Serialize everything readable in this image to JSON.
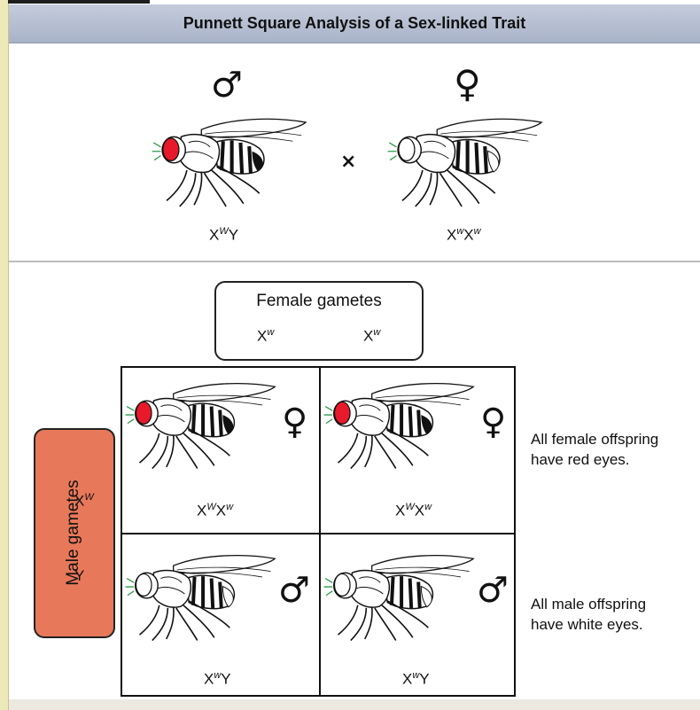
{
  "title": "Punnett Square Analysis of a Sex-linked Trait",
  "colors": {
    "red_eye": "#e8192b",
    "white_eye": "#ffffff",
    "gamete_box": "#e8785a",
    "title_bar": "#b7c0d3"
  },
  "parents": {
    "male": {
      "symbol": "♂",
      "genotype_base1": "X",
      "genotype_sup1": "W",
      "genotype_tail": "Y"
    },
    "cross": "×",
    "female": {
      "symbol": "♀",
      "genotype_base1": "X",
      "genotype_sup1": "w",
      "genotype_base2": "X",
      "genotype_sup2": "w"
    }
  },
  "female_gametes": {
    "label": "Female gametes",
    "allele1_base": "X",
    "allele1_sup": "w",
    "allele2_base": "X",
    "allele2_sup": "w"
  },
  "male_gametes": {
    "label": "Male gametes",
    "allele1_base": "X",
    "allele1_sup": "W",
    "allele2": "Y"
  },
  "offspring": [
    {
      "symbol": "♀",
      "b1": "X",
      "s1": "W",
      "b2": "X",
      "s2": "w",
      "eye": "red"
    },
    {
      "symbol": "♀",
      "b1": "X",
      "s1": "W",
      "b2": "X",
      "s2": "w",
      "eye": "red"
    },
    {
      "symbol": "♂",
      "b1": "X",
      "s1": "w",
      "b2": "Y",
      "s2": "",
      "eye": "white"
    },
    {
      "symbol": "♂",
      "b1": "X",
      "s1": "w",
      "b2": "Y",
      "s2": "",
      "eye": "white"
    }
  ],
  "notes": {
    "female_line1": "All female offspring",
    "female_line2": "have red eyes.",
    "male_line1": "All male offspring",
    "male_line2": "have white eyes."
  }
}
